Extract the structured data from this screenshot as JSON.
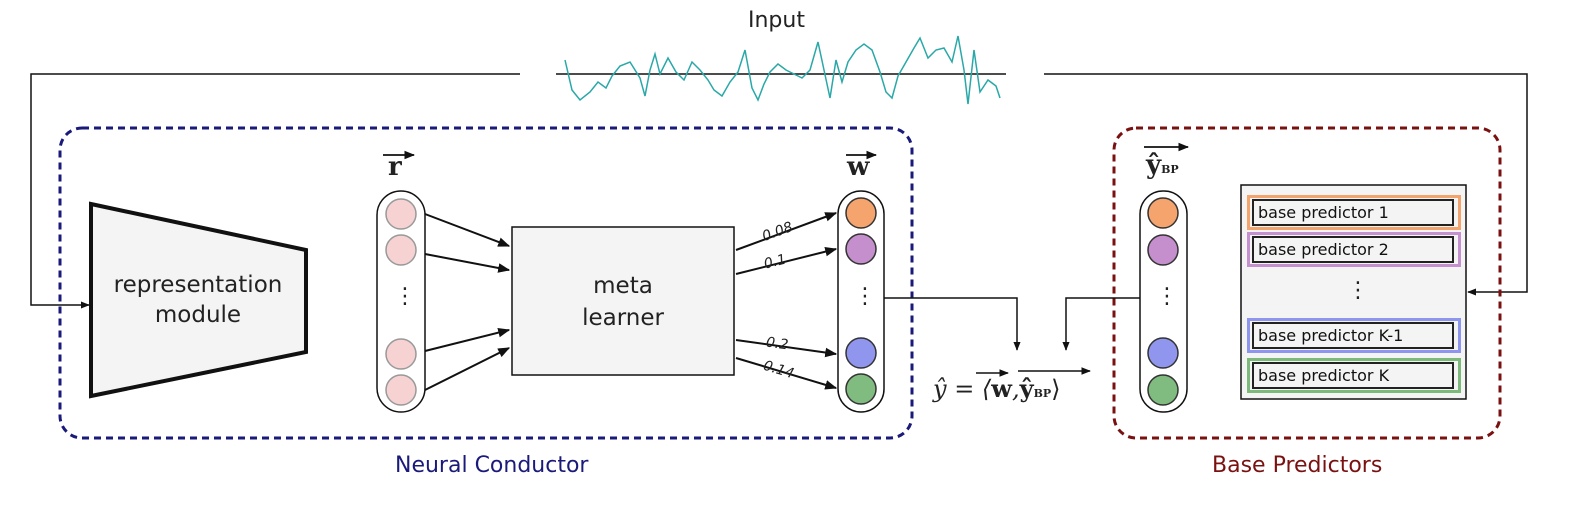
{
  "input_label": "Input",
  "representation": {
    "line1": "representation",
    "line2": "module"
  },
  "meta_learner": {
    "line1": "meta",
    "line2": "learner"
  },
  "vectors": {
    "r": "r",
    "w": "w",
    "y_bp": "ŷ",
    "y_bp_sub": "BP"
  },
  "weights": [
    "0.08",
    "0.1",
    "0.2",
    "0.14"
  ],
  "ellipsis": "⋮",
  "formula": {
    "lhs": "ŷ = ⟨",
    "w": "w",
    "comma": ",",
    "y": "ŷ",
    "sub": "BP",
    "rhs": "⟩"
  },
  "base_predictors": {
    "items": [
      "base predictor 1",
      "base predictor 2",
      "base predictor K-1",
      "base predictor K"
    ],
    "colors": [
      "#f2a46c",
      "#c58fd0",
      "#8e95ef",
      "#7cba7c"
    ]
  },
  "group_labels": {
    "neural": "Neural Conductor",
    "base": "Base Predictors"
  },
  "colors": {
    "neural_border": "#1a1a7a",
    "base_border": "#7a1111",
    "signal": "#2aa8a8",
    "r_node": "#f7d2d2",
    "w_nodes": [
      "#f6a46e",
      "#c48fcc",
      "#9096ee",
      "#80bb80"
    ]
  }
}
